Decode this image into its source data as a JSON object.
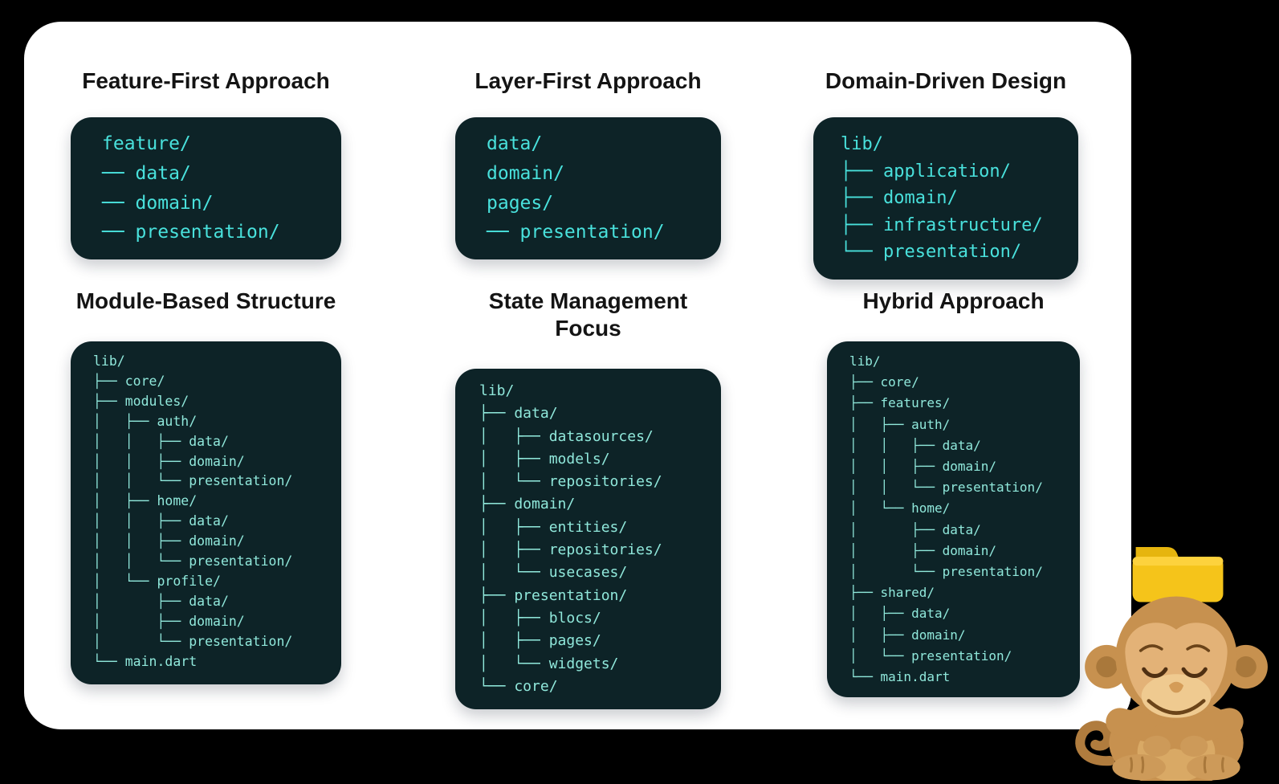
{
  "page": {
    "background_color": "#000000",
    "card_color": "#ffffff",
    "panel_background": "#0d2327",
    "code_color_bright": "#49e1dc",
    "code_color_soft": "#90e8db",
    "title_color": "#141414"
  },
  "sections": [
    {
      "id": "feature-first",
      "title": "Feature-First Approach",
      "lines": [
        "feature/",
        "── data/",
        "── domain/",
        "── presentation/"
      ]
    },
    {
      "id": "layer-first",
      "title": "Layer-First Approach",
      "lines": [
        "data/",
        "domain/",
        "pages/",
        "── presentation/"
      ]
    },
    {
      "id": "domain-driven",
      "title": "Domain-Driven Design",
      "lines": [
        "lib/",
        "├── application/",
        "├── domain/",
        "├── infrastructure/",
        "└── presentation/"
      ]
    },
    {
      "id": "module-based",
      "title": "Module-Based Structure",
      "lines": [
        "lib/",
        "├── core/",
        "├── modules/",
        "│   ├── auth/",
        "│   │   ├── data/",
        "│   │   ├── domain/",
        "│   │   └── presentation/",
        "│   ├── home/",
        "│   │   ├── data/",
        "│   │   ├── domain/",
        "│   │   └── presentation/",
        "│   └── profile/",
        "│       ├── data/",
        "│       ├── domain/",
        "│       └── presentation/",
        "└── main.dart"
      ]
    },
    {
      "id": "state-management",
      "title": "State Management Focus",
      "lines": [
        "lib/",
        "├── data/",
        "│   ├── datasources/",
        "│   ├── models/",
        "│   └── repositories/",
        "├── domain/",
        "│   ├── entities/",
        "│   ├── repositories/",
        "│   └── usecases/",
        "├── presentation/",
        "│   ├── blocs/",
        "│   ├── pages/",
        "│   └── widgets/",
        "└── core/"
      ]
    },
    {
      "id": "hybrid",
      "title": "Hybrid Approach",
      "lines": [
        "lib/",
        "├── core/",
        "├── features/",
        "│   ├── auth/",
        "│   │   ├── data/",
        "│   │   ├── domain/",
        "│   │   └── presentation/",
        "│   └── home/",
        "│       ├── data/",
        "│       ├── domain/",
        "│       └── presentation/",
        "├── shared/",
        "│   ├── data/",
        "│   ├── domain/",
        "│   └── presentation/",
        "└── main.dart"
      ]
    }
  ],
  "mascot": {
    "description": "smiling monkey sitting with a yellow folder on its head",
    "folder_color": "#f5c41a",
    "folder_tab_color": "#e6b50e",
    "folder_lip_color": "#fdd23d",
    "fur_color": "#c7914f",
    "fur_dark_color": "#a9783b",
    "face_color": "#e3b277",
    "muzzle_color": "#efca90",
    "belly_color": "#d9a965"
  }
}
